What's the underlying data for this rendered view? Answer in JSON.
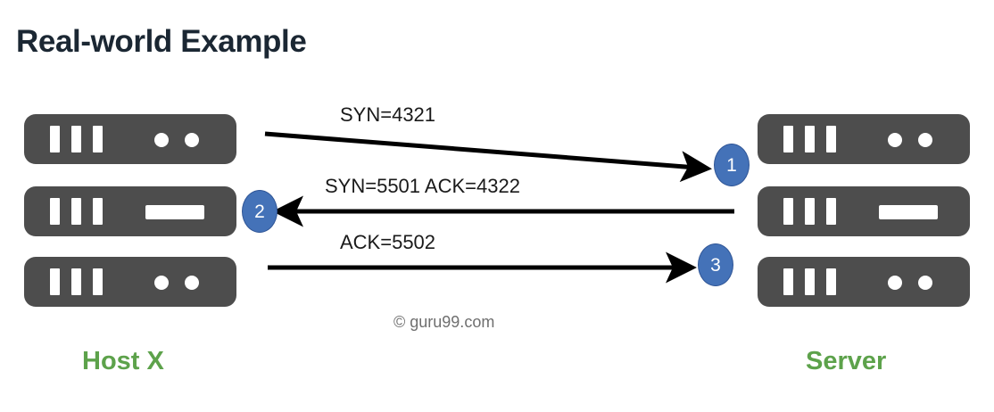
{
  "page": {
    "title": "Real-world Example",
    "watermark": "© guru99.com",
    "background_color": "#ffffff"
  },
  "colors": {
    "title": "#1b2733",
    "rack": "#4d4d4d",
    "rack_detail": "#ffffff",
    "endpoint_label": "#5da24b",
    "badge_fill": "#4472b8",
    "badge_border": "#2f5596",
    "badge_text": "#ffffff",
    "arrow": "#000000",
    "message_text": "#1a1a1a",
    "watermark": "#6f6f6f"
  },
  "endpoints": [
    {
      "id": "host",
      "label": "Host X",
      "units": [
        {
          "type": "leds",
          "bars": 3,
          "leds": 2
        },
        {
          "type": "slot",
          "bars": 3,
          "leds": 0
        },
        {
          "type": "leds",
          "bars": 3,
          "leds": 2
        }
      ]
    },
    {
      "id": "server",
      "label": "Server",
      "units": [
        {
          "type": "leds",
          "bars": 3,
          "leds": 2
        },
        {
          "type": "slot",
          "bars": 3,
          "leds": 0
        },
        {
          "type": "leds",
          "bars": 3,
          "leds": 2
        }
      ]
    }
  ],
  "messages": [
    {
      "step": "1",
      "label": "SYN=4321",
      "direction": "host-to-server",
      "badge_at": "server"
    },
    {
      "step": "2",
      "label": "SYN=5501   ACK=4322",
      "direction": "server-to-host",
      "badge_at": "host"
    },
    {
      "step": "3",
      "label": "ACK=5502",
      "direction": "host-to-server",
      "badge_at": "server"
    }
  ],
  "badges": {
    "step1": "1",
    "step2": "2",
    "step3": "3"
  }
}
